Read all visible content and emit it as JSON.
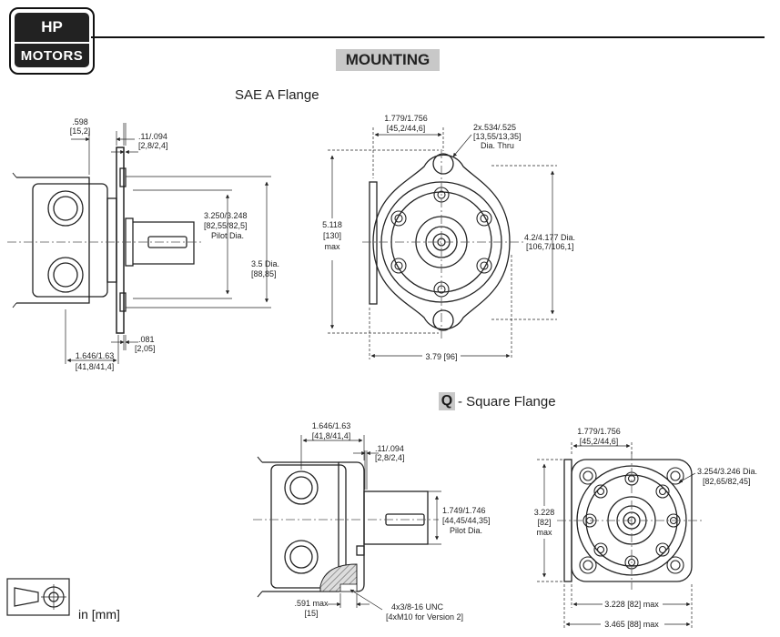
{
  "logo": {
    "line1": "HP",
    "line2": "MOTORS"
  },
  "title": "MOUNTING",
  "sae": {
    "subtitle": "SAE A Flange",
    "dims": {
      "d598": ".598",
      "d598mm": "[15,2]",
      "d011": ".11/.094",
      "d011mm": "[2,8/2,4]",
      "pilot": "3.250/3.248",
      "pilot_mm": "[82,55/82,5]",
      "pilot_label": "Pilot Dia.",
      "d35": "3.5 Dia.",
      "d35mm": "[88,85]",
      "d081": ".081",
      "d081mm": "[2,05]",
      "d1646": "1.646/1.63",
      "d1646mm": "[41,8/41,4]",
      "d1779": "1.779/1.756",
      "d1779mm": "[45,2/44,6]",
      "holes": "2x.534/.525",
      "holes_mm": "[13,55/13,35]",
      "holes_label": "Dia. Thru",
      "h5118": "5.118",
      "h5118mm": "[130]",
      "h5118max": "max",
      "d42": "4.2/4.177 Dia.",
      "d42mm": "[106,7/106,1]",
      "w379": "3.79 [96]"
    }
  },
  "square": {
    "letter": "Q",
    "subtitle": "- Square Flange",
    "dims": {
      "d1646": "1.646/1.63",
      "d1646mm": "[41,8/41,4]",
      "d011": ".11/.094",
      "d011mm": "[2,8/2,4]",
      "pilot": "1.749/1.746",
      "pilot_mm": "[44,45/44,35]",
      "pilot_label": "Pilot Dia.",
      "d591": ".591 max",
      "d591mm": "[15]",
      "thread": "4x3/8-16 UNC",
      "thread_mm": "[4xM10 for Version 2]",
      "d1779": "1.779/1.756",
      "d1779mm": "[45,2/44,6]",
      "d3254": "3.254/3.246 Dia.",
      "d3254mm": "[82,65/82,45]",
      "h3228": "3.228",
      "h3228mm": "[82]",
      "h3228max": "max",
      "w3228": "3.228 [82] max",
      "w3465": "3.465 [88] max"
    }
  },
  "units": "in [mm]"
}
